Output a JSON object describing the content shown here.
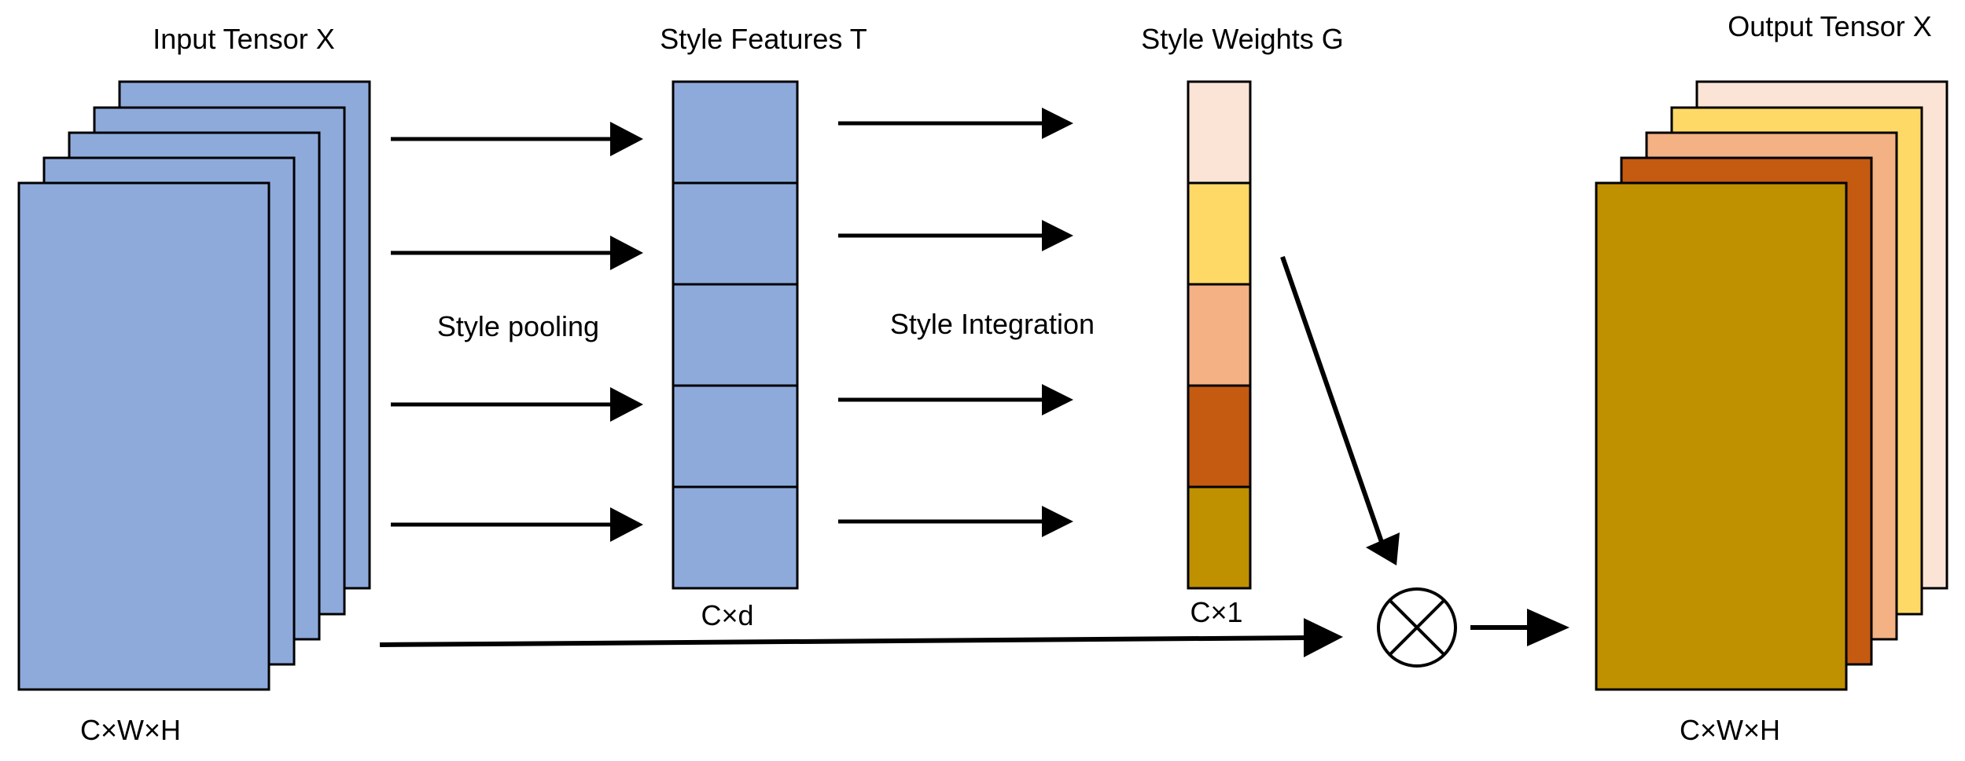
{
  "labels": {
    "input_title": "Input Tensor X",
    "style_features_title": "Style Features T",
    "style_weights_title": "Style Weights G",
    "output_title": "Output Tensor X",
    "style_pooling": "Style pooling",
    "style_integration": "Style Integration",
    "input_dims": "C×W×H",
    "features_dims": "C×d",
    "weights_dims": "C×1",
    "output_dims": "C×W×H"
  },
  "colors": {
    "input_fill": "#8eaadb",
    "feature_fill": "#8eaadb",
    "weights": [
      "#fbe4d5",
      "#ffd966",
      "#f4b183",
      "#c55a11",
      "#bf9000"
    ],
    "output_stack_back_to_front": [
      "#fbe4d5",
      "#ffd966",
      "#f4b183",
      "#c55a11",
      "#bf9000"
    ]
  },
  "operator": {
    "symbol": "multiply-circle-icon"
  }
}
